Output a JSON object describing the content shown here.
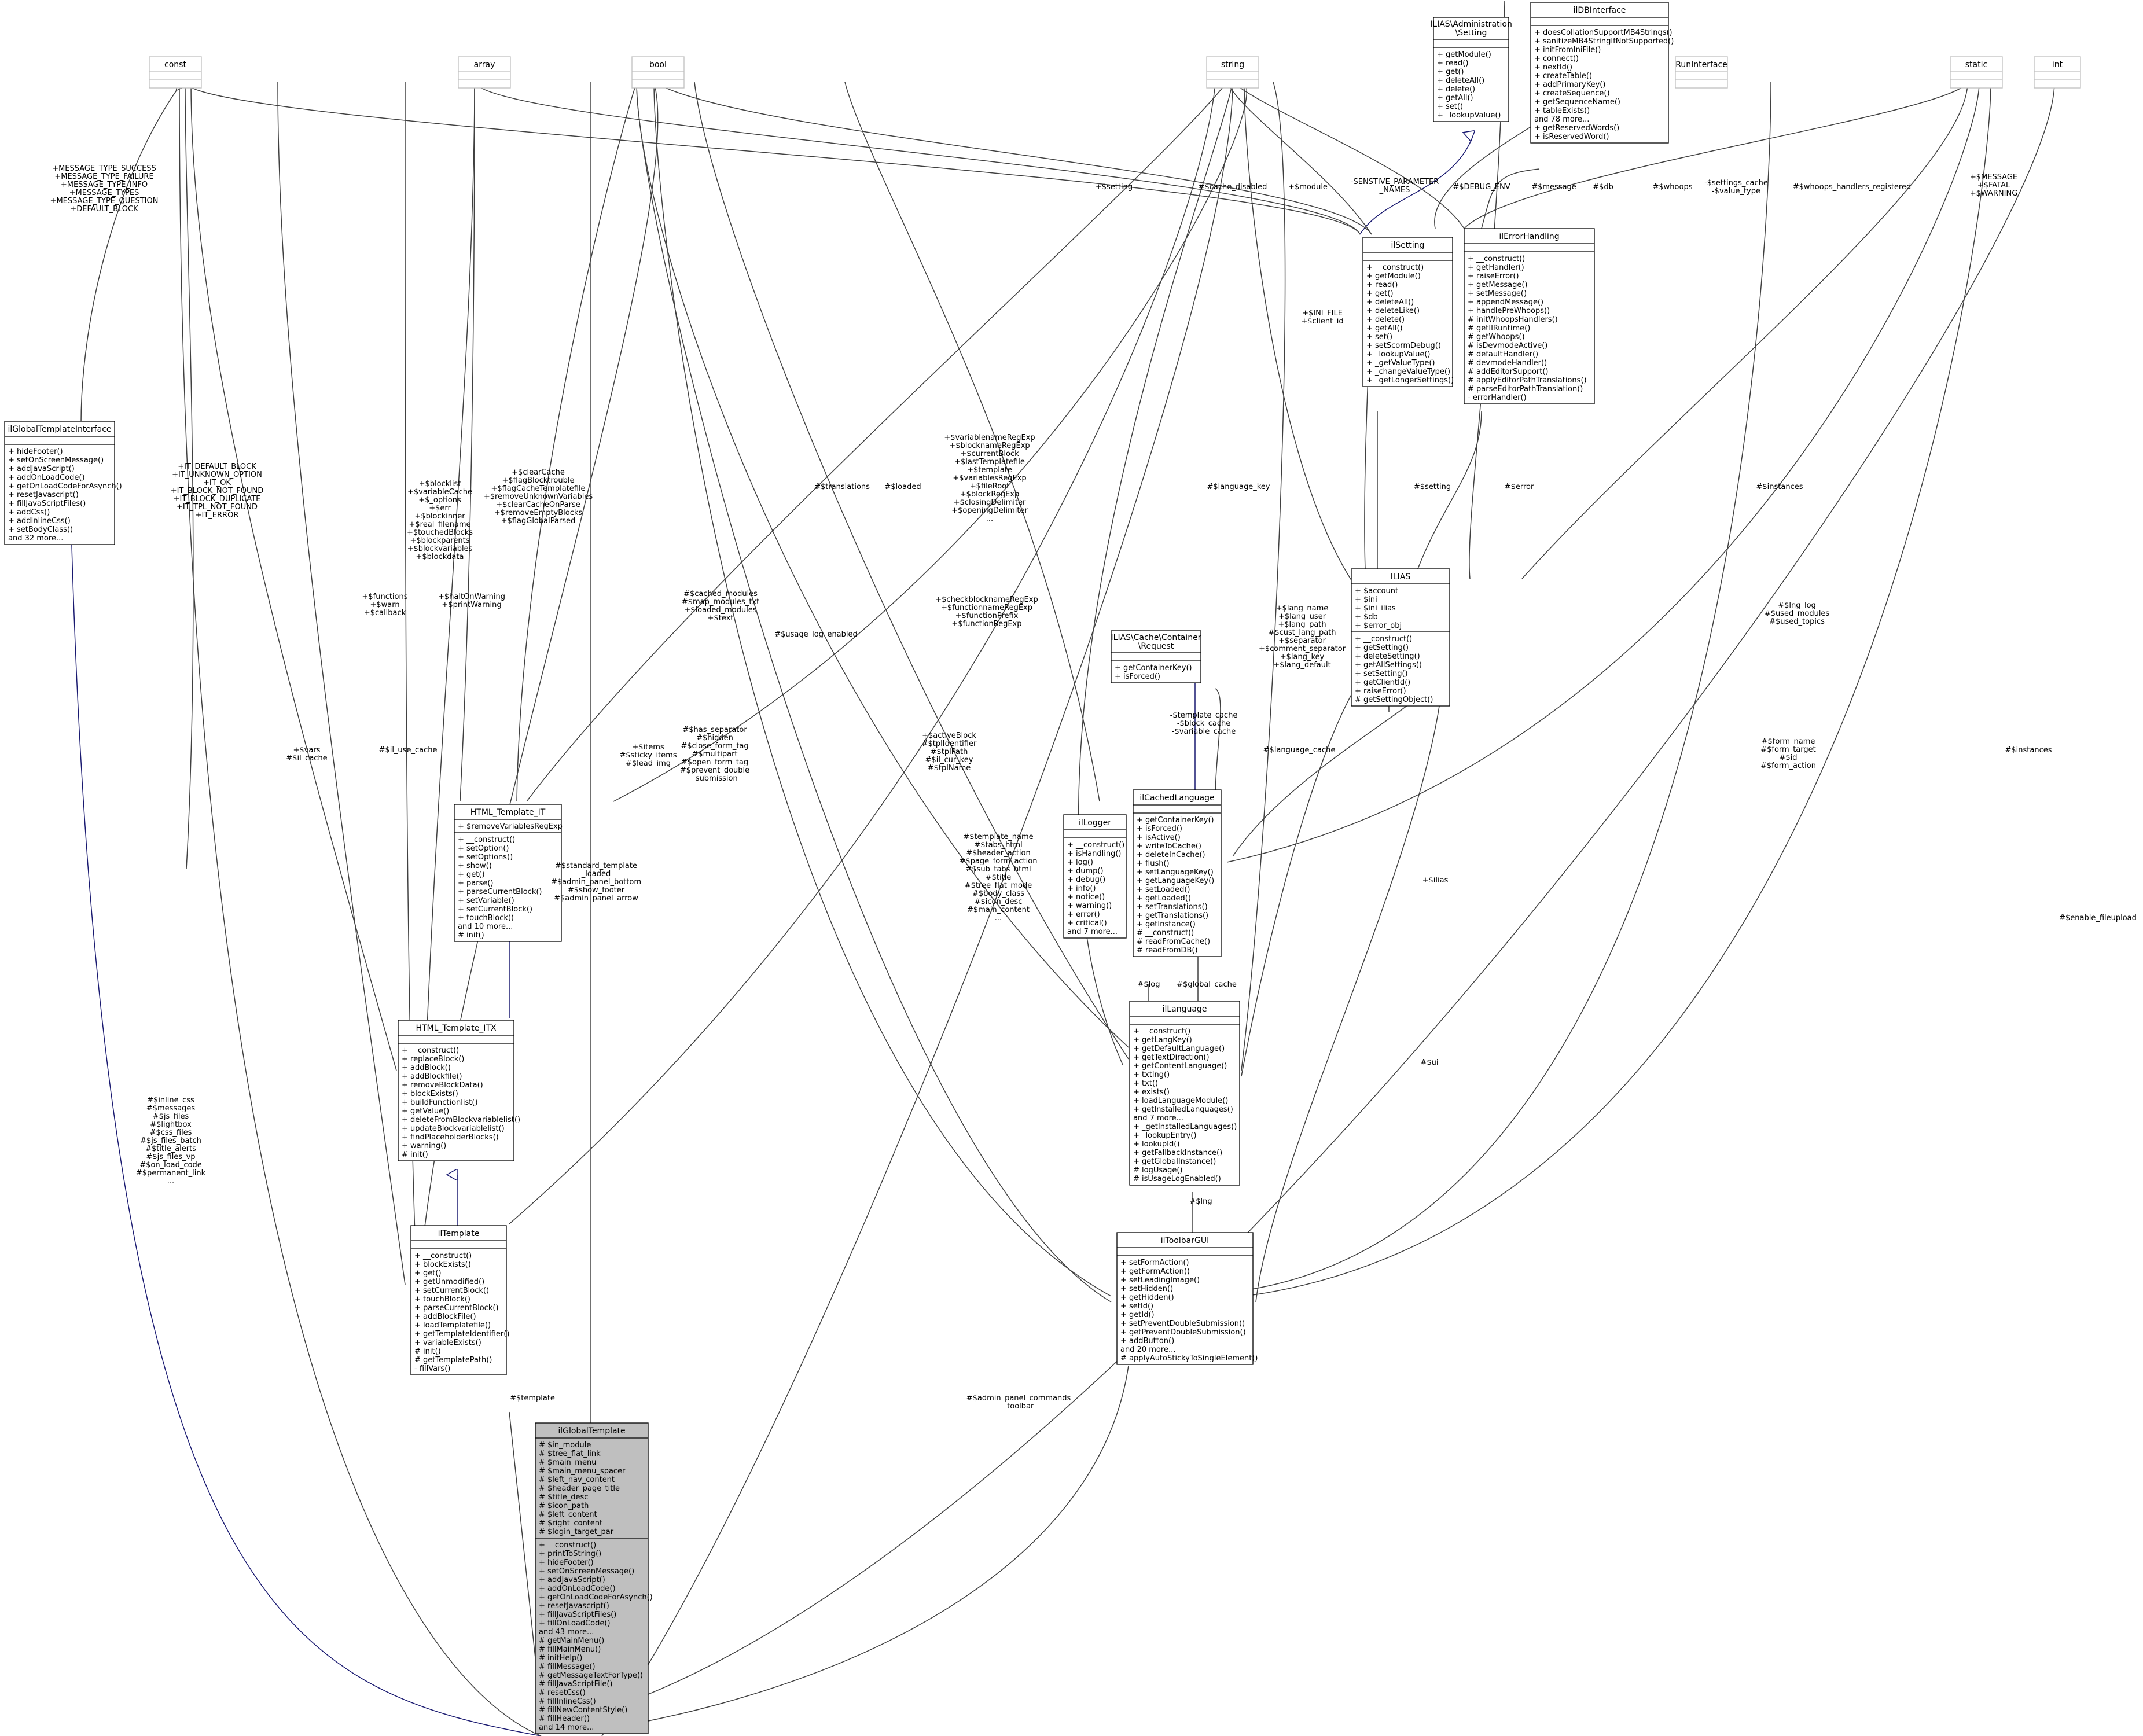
{
  "classes": [
    {
      "id": "ilGlobalTemplateInterface",
      "title": "ilGlobalTemplateInterface",
      "attrs": [],
      "methods": [
        "+ hideFooter()",
        "+ setOnScreenMessage()",
        "+ addJavaScript()",
        "+ addOnLoadCode()",
        "+ getOnLoadCodeForAsynch()",
        "+ resetJavascript()",
        "+ fillJavaScriptFiles()",
        "+ addCss()",
        "+ addInlineCss()",
        "+ setBodyClass()",
        "and 32 more..."
      ]
    },
    {
      "id": "const",
      "title": "const",
      "grey": true,
      "attrs": [],
      "methods": []
    },
    {
      "id": "array",
      "title": "array",
      "grey": true,
      "attrs": [],
      "methods": []
    },
    {
      "id": "bool",
      "title": "bool",
      "grey": true,
      "attrs": [],
      "methods": []
    },
    {
      "id": "string",
      "title": "string",
      "grey": true,
      "attrs": [],
      "methods": []
    },
    {
      "id": "ilSettingIface",
      "title": "ILIAS\\Administration\n\\Setting",
      "attrs": [],
      "methods": [
        "+ getModule()",
        "+ read()",
        "+ get()",
        "+ deleteAll()",
        "+ delete()",
        "+ getAll()",
        "+ set()",
        "+ _lookupValue()"
      ]
    },
    {
      "id": "ilDBInterface",
      "title": "ilDBInterface",
      "attrs": [],
      "methods": [
        "+ doesCollationSupportMB4Strings()",
        "+ sanitizeMB4StringIfNotSupported()",
        "+ initFromIniFile()",
        "+ connect()",
        "+ nextId()",
        "+ createTable()",
        "+ addPrimaryKey()",
        "+ createSequence()",
        "+ getSequenceName()",
        "+ tableExists()",
        "and 78 more...",
        "+ getReservedWords()",
        "+ isReservedWord()"
      ]
    },
    {
      "id": "RunInterface",
      "title": "RunInterface",
      "grey": true,
      "attrs": [],
      "methods": []
    },
    {
      "id": "static",
      "title": "static",
      "grey": true,
      "attrs": [],
      "methods": []
    },
    {
      "id": "int",
      "title": "int",
      "grey": true,
      "attrs": [],
      "methods": []
    },
    {
      "id": "ilSetting",
      "title": "ilSetting",
      "attrs": [],
      "methods": [
        "+ __construct()",
        "+ getModule()",
        "+ read()",
        "+ get()",
        "+ deleteAll()",
        "+ deleteLike()",
        "+ delete()",
        "+ getAll()",
        "+ set()",
        "+ setScormDebug()",
        "+ _lookupValue()",
        "+ _getValueType()",
        "+ _changeValueType()",
        "+ _getLongerSettings()"
      ]
    },
    {
      "id": "ilErrorHandling",
      "title": "ilErrorHandling",
      "attrs": [],
      "methods": [
        "+ __construct()",
        "+ getHandler()",
        "+ raiseError()",
        "+ getMessage()",
        "+ setMessage()",
        "+ appendMessage()",
        "+ handlePreWhoops()",
        "# initWhoopsHandlers()",
        "# getIlRuntime()",
        "# getWhoops()",
        "# isDevmodeActive()",
        "# defaultHandler()",
        "# devmodeHandler()",
        "# addEditorSupport()",
        "# applyEditorPathTranslations()",
        "# parseEditorPathTranslation()",
        "- errorHandler()"
      ]
    },
    {
      "id": "ILIAS",
      "title": "ILIAS",
      "attrs": [
        "+ $account",
        "+ $ini",
        "+ $ini_ilias",
        "+ $db",
        "+ $error_obj"
      ],
      "methods": [
        "+ __construct()",
        "+ getSetting()",
        "+ deleteSetting()",
        "+ getAllSettings()",
        "+ setSetting()",
        "+ getClientId()",
        "+ raiseError()",
        "# getSettingObject()"
      ]
    },
    {
      "id": "ilCacheReq",
      "title": "ILIAS\\Cache\\Container\n\\Request",
      "attrs": [],
      "methods": [
        "+ getContainerKey()",
        "+ isForced()"
      ]
    },
    {
      "id": "HTML_Template_IT",
      "title": "HTML_Template_IT",
      "attrs": [
        "+ $removeVariablesRegExp"
      ],
      "methods": [
        "+ __construct()",
        "+ setOption()",
        "+ setOptions()",
        "+ show()",
        "+ get()",
        "+ parse()",
        "+ parseCurrentBlock()",
        "+ setVariable()",
        "+ setCurrentBlock()",
        "+ touchBlock()",
        "and 10 more...",
        "# init()"
      ]
    },
    {
      "id": "ilCachedLanguage",
      "title": "ilCachedLanguage",
      "attrs": [],
      "methods": [
        "+ getContainerKey()",
        "+ isForced()",
        "+ isActive()",
        "+ writeToCache()",
        "+ deleteInCache()",
        "+ flush()",
        "+ setLanguageKey()",
        "+ getLanguageKey()",
        "+ setLoaded()",
        "+ getLoaded()",
        "+ setTranslations()",
        "+ getTranslations()",
        "+ getInstance()",
        "# __construct()",
        "# readFromCache()",
        "# readFromDB()"
      ]
    },
    {
      "id": "ilLogger",
      "title": "ilLogger",
      "attrs": [],
      "methods": [
        "+ __construct()",
        "+ isHandling()",
        "+ log()",
        "+ dump()",
        "+ debug()",
        "+ info()",
        "+ notice()",
        "+ warning()",
        "+ error()",
        "+ critical()",
        "and 7 more..."
      ]
    },
    {
      "id": "HTML_Template_ITX",
      "title": "HTML_Template_ITX",
      "attrs": [],
      "methods": [
        "+ __construct()",
        "+ replaceBlock()",
        "+ addBlock()",
        "+ addBlockfile()",
        "+ removeBlockData()",
        "+ blockExists()",
        "+ buildFunctionlist()",
        "+ getValue()",
        "+ deleteFromBlockvariablelist()",
        "+ updateBlockvariablelist()",
        "+ findPlaceholderBlocks()",
        "+ warning()",
        "# init()"
      ]
    },
    {
      "id": "ilLanguage",
      "title": "ilLanguage",
      "attrs": [],
      "methods": [
        "+ __construct()",
        "+ getLangKey()",
        "+ getDefaultLanguage()",
        "+ getTextDirection()",
        "+ getContentLanguage()",
        "+ txtlng()",
        "+ txt()",
        "+ exists()",
        "+ loadLanguageModule()",
        "+ getInstalledLanguages()",
        "and 7 more...",
        "+ _getInstalledLanguages()",
        "+ _lookupEntry()",
        "+ lookupId()",
        "+ getFallbackInstance()",
        "+ getGlobalInstance()",
        "# logUsage()",
        "# isUsageLogEnabled()"
      ]
    },
    {
      "id": "ilTemplate",
      "title": "ilTemplate",
      "attrs": [],
      "methods": [
        "+ __construct()",
        "+ blockExists()",
        "+ get()",
        "+ getUnmodified()",
        "+ setCurrentBlock()",
        "+ touchBlock()",
        "+ parseCurrentBlock()",
        "+ addBlockFile()",
        "+ loadTemplatefile()",
        "+ getTemplateIdentifier()",
        "+ variableExists()",
        "# init()",
        "# getTemplatePath()",
        "- fillVars()"
      ]
    },
    {
      "id": "ilToolbarGUI",
      "title": "ilToolbarGUI",
      "attrs": [],
      "methods": [
        "+ setFormAction()",
        "+ getFormAction()",
        "+ setLeadingImage()",
        "+ setHidden()",
        "+ getHidden()",
        "+ setId()",
        "+ getId()",
        "+ setPreventDoubleSubmission()",
        "+ getPreventDoubleSubmission()",
        "+ addButton()",
        "and 20 more...",
        "# applyAutoStickyToSingleElement()"
      ]
    },
    {
      "id": "ilGlobalTemplate",
      "title": "ilGlobalTemplate",
      "highlight": true,
      "attrs": [
        "# $in_module",
        "# $tree_flat_link",
        "# $main_menu",
        "# $main_menu_spacer",
        "# $left_nav_content",
        "# $header_page_title",
        "# $title_desc",
        "# $icon_path",
        "# $left_content",
        "# $right_content",
        "# $login_target_par"
      ],
      "methods": [
        "+ __construct()",
        "+ printToString()",
        "+ hideFooter()",
        "+ setOnScreenMessage()",
        "+ addJavaScript()",
        "+ addOnLoadCode()",
        "+ getOnLoadCodeForAsynch()",
        "+ resetJavascript()",
        "+ fillJavaScriptFiles()",
        "+ fillOnLoadCode()",
        "and 43 more...",
        "# getMainMenu()",
        "# fillMainMenu()",
        "# initHelp()",
        "# fillMessage()",
        "# getMessageTextForType()",
        "# fillJavaScriptFile()",
        "# resetCss()",
        "# fillInlineCss()",
        "# fillNewContentStyle()",
        "# fillHeader()",
        "and 14 more..."
      ]
    }
  ],
  "edge_labels": [
    {
      "id": "l_const_iface",
      "text": "+MESSAGE_TYPE_SUCCESS\n+MESSAGE_TYPE_FAILURE\n+MESSAGE_TYPE_INFO\n+MESSAGE_TYPES\n+MESSAGE_TYPE_QUESTION\n+DEFAULT_BLOCK"
    },
    {
      "id": "l_const_it",
      "text": "+IT_DEFAULT_BLOCK\n+IT_UNKNOWN_OPTION\n+IT_OK\n+IT_BLOCK_NOT_FOUND\n+IT_BLOCK_DUPLICATE\n+IT_TPL_NOT_FOUND\n+IT_ERROR"
    },
    {
      "id": "l_array_it",
      "text": "+$blocklist\n+$variableCache\n+$_options\n+$err\n+$blockinner\n+$real_filename\n+$touchedBlocks\n+$blockparents\n+$blockvariables\n+$blockdata"
    },
    {
      "id": "l_bool_it",
      "text": "+$clearCache\n+$flagBlocktrouble\n+$flagCacheTemplatefile\n+$removeUnknownVariables\n+$clearCacheOnParse\n+$removeEmptyBlocks\n+$flagGlobalParsed"
    },
    {
      "id": "l_string_it",
      "text": "+$variablenameRegExp\n+$blocknameRegExp\n+$currentBlock\n+$lastTemplatefile\n+$template\n+$variablesRegExp\n+$fileRoot\n+$blockRegExp\n+$closingDelimiter\n+$openingDelimiter\n..."
    },
    {
      "id": "l_translations",
      "text": "#$translations"
    },
    {
      "id": "l_loaded",
      "text": "#$loaded"
    },
    {
      "id": "l_language_key",
      "text": "#$language_key"
    },
    {
      "id": "l_instances1",
      "text": "#$instances"
    },
    {
      "id": "l_setting",
      "text": "+$setting"
    },
    {
      "id": "l_cache_disabled",
      "text": "#$cache_disabled"
    },
    {
      "id": "l_module",
      "text": "+$module"
    },
    {
      "id": "l_sensitive",
      "text": "-SENSTIVE_PARAMETER\n_NAMES"
    },
    {
      "id": "l_debug_env",
      "text": "#$DEBUG_ENV"
    },
    {
      "id": "l_message",
      "text": "#$message"
    },
    {
      "id": "l_db",
      "text": "#$db"
    },
    {
      "id": "l_whoops",
      "text": "#$whoops"
    },
    {
      "id": "l_settings_cache",
      "text": "-$settings_cache\n-$value_type"
    },
    {
      "id": "l_whoops_reg",
      "text": "#$whoops_handlers_registered"
    },
    {
      "id": "l_msg_fatal",
      "text": "+$MESSAGE\n+$FATAL\n+$WARNING"
    },
    {
      "id": "l_ini_file",
      "text": "+$INI_FILE\n+$client_id"
    },
    {
      "id": "l_setting2",
      "text": "#$setting"
    },
    {
      "id": "l_error",
      "text": "#$error"
    },
    {
      "id": "l_functions",
      "text": "+$functions\n+$warn\n+$callback"
    },
    {
      "id": "l_halt",
      "text": "+$haltOnWarning\n+$printWarning"
    },
    {
      "id": "l_vars",
      "text": "+$vars\n#$il_cache"
    },
    {
      "id": "l_il_use_cache",
      "text": "#$il_use_cache"
    },
    {
      "id": "l_cached_modules",
      "text": "#$cached_modules\n#$map_modules_txt\n+$loaded_modules\n+$text"
    },
    {
      "id": "l_usage_log",
      "text": "#$usage_log_enabled"
    },
    {
      "id": "l_check_block",
      "text": "+$checkblocknameRegExp\n+$functionnameRegExp\n+$functionPrefix\n+$functionRegExp"
    },
    {
      "id": "l_lang_name",
      "text": "+$lang_name\n+$lang_user\n+$lang_path\n#$cust_lang_path\n+$separator\n+$comment_separator\n+$lang_key\n+$lang_default"
    },
    {
      "id": "l_template_cache",
      "text": "-$template_cache\n-$block_cache\n-$variable_cache"
    },
    {
      "id": "l_language_cache",
      "text": "#$language_cache"
    },
    {
      "id": "l_instances2",
      "text": "#$instances"
    },
    {
      "id": "l_lng_log",
      "text": "#$lng_log\n#$used_modules\n#$used_topics"
    },
    {
      "id": "l_form_name",
      "text": "#$form_name\n#$form_target\n#$id\n#$form_action"
    },
    {
      "id": "l_items",
      "text": "+$items\n#$sticky_items\n#$lead_img"
    },
    {
      "id": "l_has_separator",
      "text": "#$has_separator\n#$hidden\n#$close_form_tag\n#$multipart\n#$open_form_tag\n#$prevent_double\n_submission"
    },
    {
      "id": "l_active_block",
      "text": "+$activeBlock\n#$tplIdentifier\n#$tplPath\n#$il_cur_key\n#$tplName"
    },
    {
      "id": "l_template_name",
      "text": "#$template_name\n#$tabs_html\n#$header_action\n#$page_form_action\n#$sub_tabs_html\n#$title\n#$tree_flat_mode\n#$body_class\n#$icon_desc\n#$main_content\n..."
    },
    {
      "id": "l_ilias",
      "text": "+$ilias"
    },
    {
      "id": "l_ui",
      "text": "#$ui"
    },
    {
      "id": "l_enable_fileupload",
      "text": "#$enable_fileupload"
    },
    {
      "id": "l_inline_css",
      "text": "#$inline_css\n#$messages\n#$js_files\n#$lightbox\n#$css_files\n#$js_files_batch\n#$title_alerts\n#$js_files_vp\n#$on_load_code\n#$permanent_link\n..."
    },
    {
      "id": "l_standard_template",
      "text": "#$standard_template\n_loaded\n#$admin_panel_bottom\n#$show_footer\n#$admin_panel_arrow"
    },
    {
      "id": "l_log",
      "text": "#$log"
    },
    {
      "id": "l_global_cache",
      "text": "#$global_cache"
    },
    {
      "id": "l_lng",
      "text": "#$lng"
    },
    {
      "id": "l_template",
      "text": "#$template"
    },
    {
      "id": "l_admin_toolbar",
      "text": "#$admin_panel_commands\n_toolbar"
    }
  ]
}
